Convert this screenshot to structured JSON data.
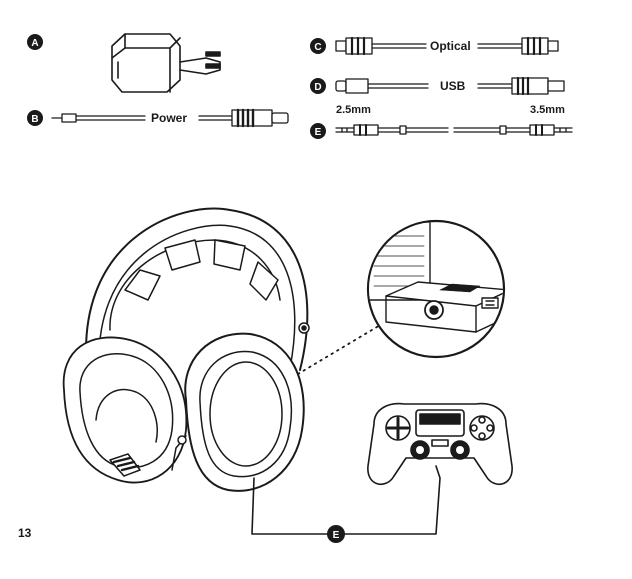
{
  "page_number": "13",
  "items": [
    {
      "letter": "A",
      "label": "",
      "icon": "power-adapter-icon"
    },
    {
      "letter": "B",
      "label": "Power",
      "icon": "power-cable-icon"
    },
    {
      "letter": "C",
      "label": "Optical",
      "icon": "optical-cable-icon"
    },
    {
      "letter": "D",
      "label": "USB",
      "icon": "usb-cable-icon"
    },
    {
      "letter": "E",
      "label_left": "2.5mm",
      "label_right": "3.5mm",
      "icon": "audio-cable-icon"
    }
  ],
  "diagram": {
    "connector_badge": "E",
    "icons": [
      "headset-icon",
      "controller-icon",
      "transmitter-zoom-icon"
    ]
  }
}
